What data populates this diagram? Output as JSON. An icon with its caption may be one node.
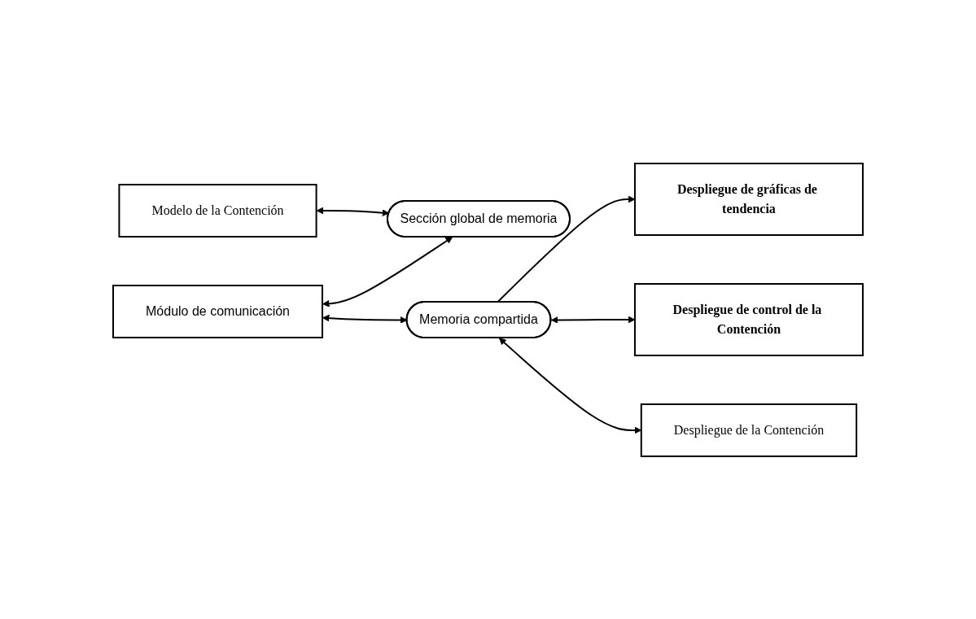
{
  "diagram": {
    "nodes": [
      {
        "text": [
          "Modelo de la Contención"
        ]
      },
      {
        "text": [
          "Despliegue de gráficas de tendencia"
        ]
      },
      {
        "text": [
          "Módulo de comunicación"
        ]
      },
      {
        "text": [
          "Memoria compartida"
        ]
      },
      {
        "text": [
          "Despliegue de control de la Contención"
        ]
      },
      {
        "text": [
          "Sección global de memoria"
        ]
      },
      {
        "text": [
          "Despliegue de la Contención"
        ]
      }
    ],
    "edges": [
      {
        "from": 0,
        "to": 5,
        "arrow": "both"
      },
      {
        "from": 2,
        "to": 5,
        "arrow": "both"
      },
      {
        "from": 2,
        "to": 3,
        "arrow": "both"
      },
      {
        "from": 3,
        "to": 1,
        "arrow": "to"
      },
      {
        "from": 3,
        "to": 4,
        "arrow": "both"
      },
      {
        "from": 3,
        "to": 6,
        "arrow": "both"
      }
    ]
  }
}
